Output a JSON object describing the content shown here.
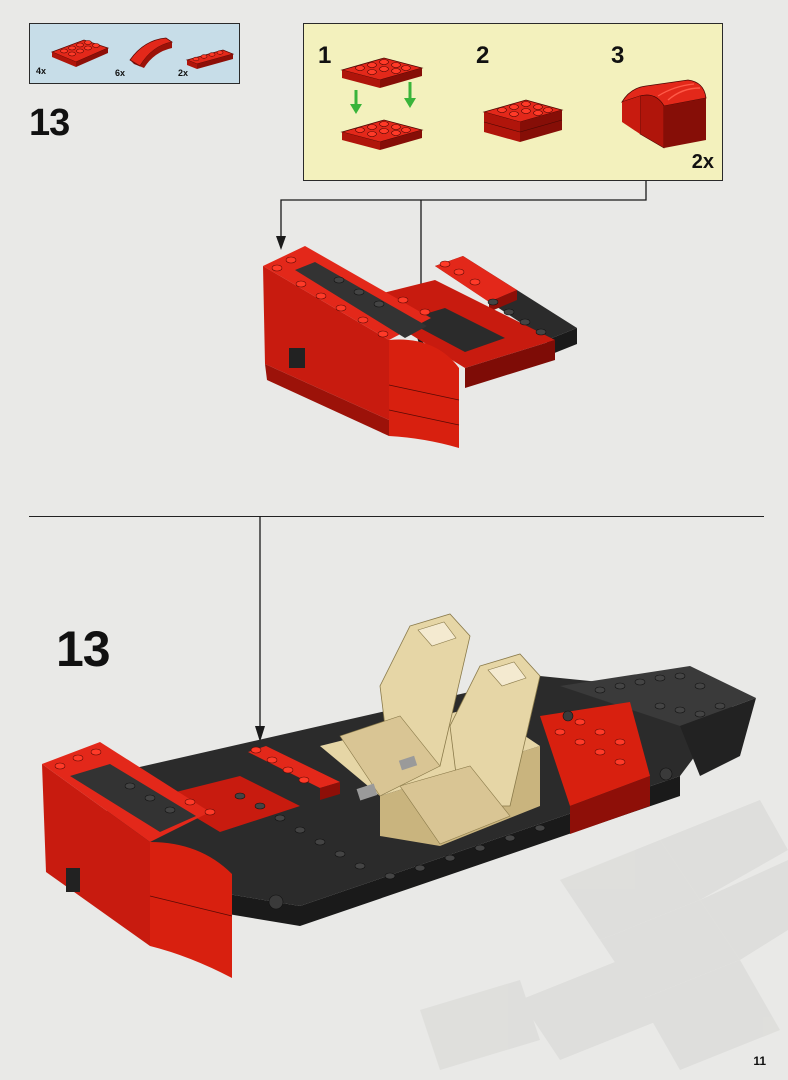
{
  "parts_list": [
    {
      "quantity": "4x",
      "piece": "red-plate-2x4"
    },
    {
      "quantity": "6x",
      "piece": "red-curved-slope"
    },
    {
      "quantity": "2x",
      "piece": "red-plate-1x4"
    }
  ],
  "steps": {
    "upper_step_number": "13",
    "lower_step_number": "13"
  },
  "sub_assembly": {
    "substeps": [
      "1",
      "2",
      "3"
    ],
    "multiplier": "2x"
  },
  "page_number": "11",
  "colors": {
    "brick_red": "#d01c10",
    "brick_black": "#2b2b2b",
    "brick_tan": "#e6d6a6",
    "callout_parts_bg": "#c7dde8",
    "callout_sub_bg": "#f3f1bd",
    "arrow_green": "#39b43a"
  }
}
